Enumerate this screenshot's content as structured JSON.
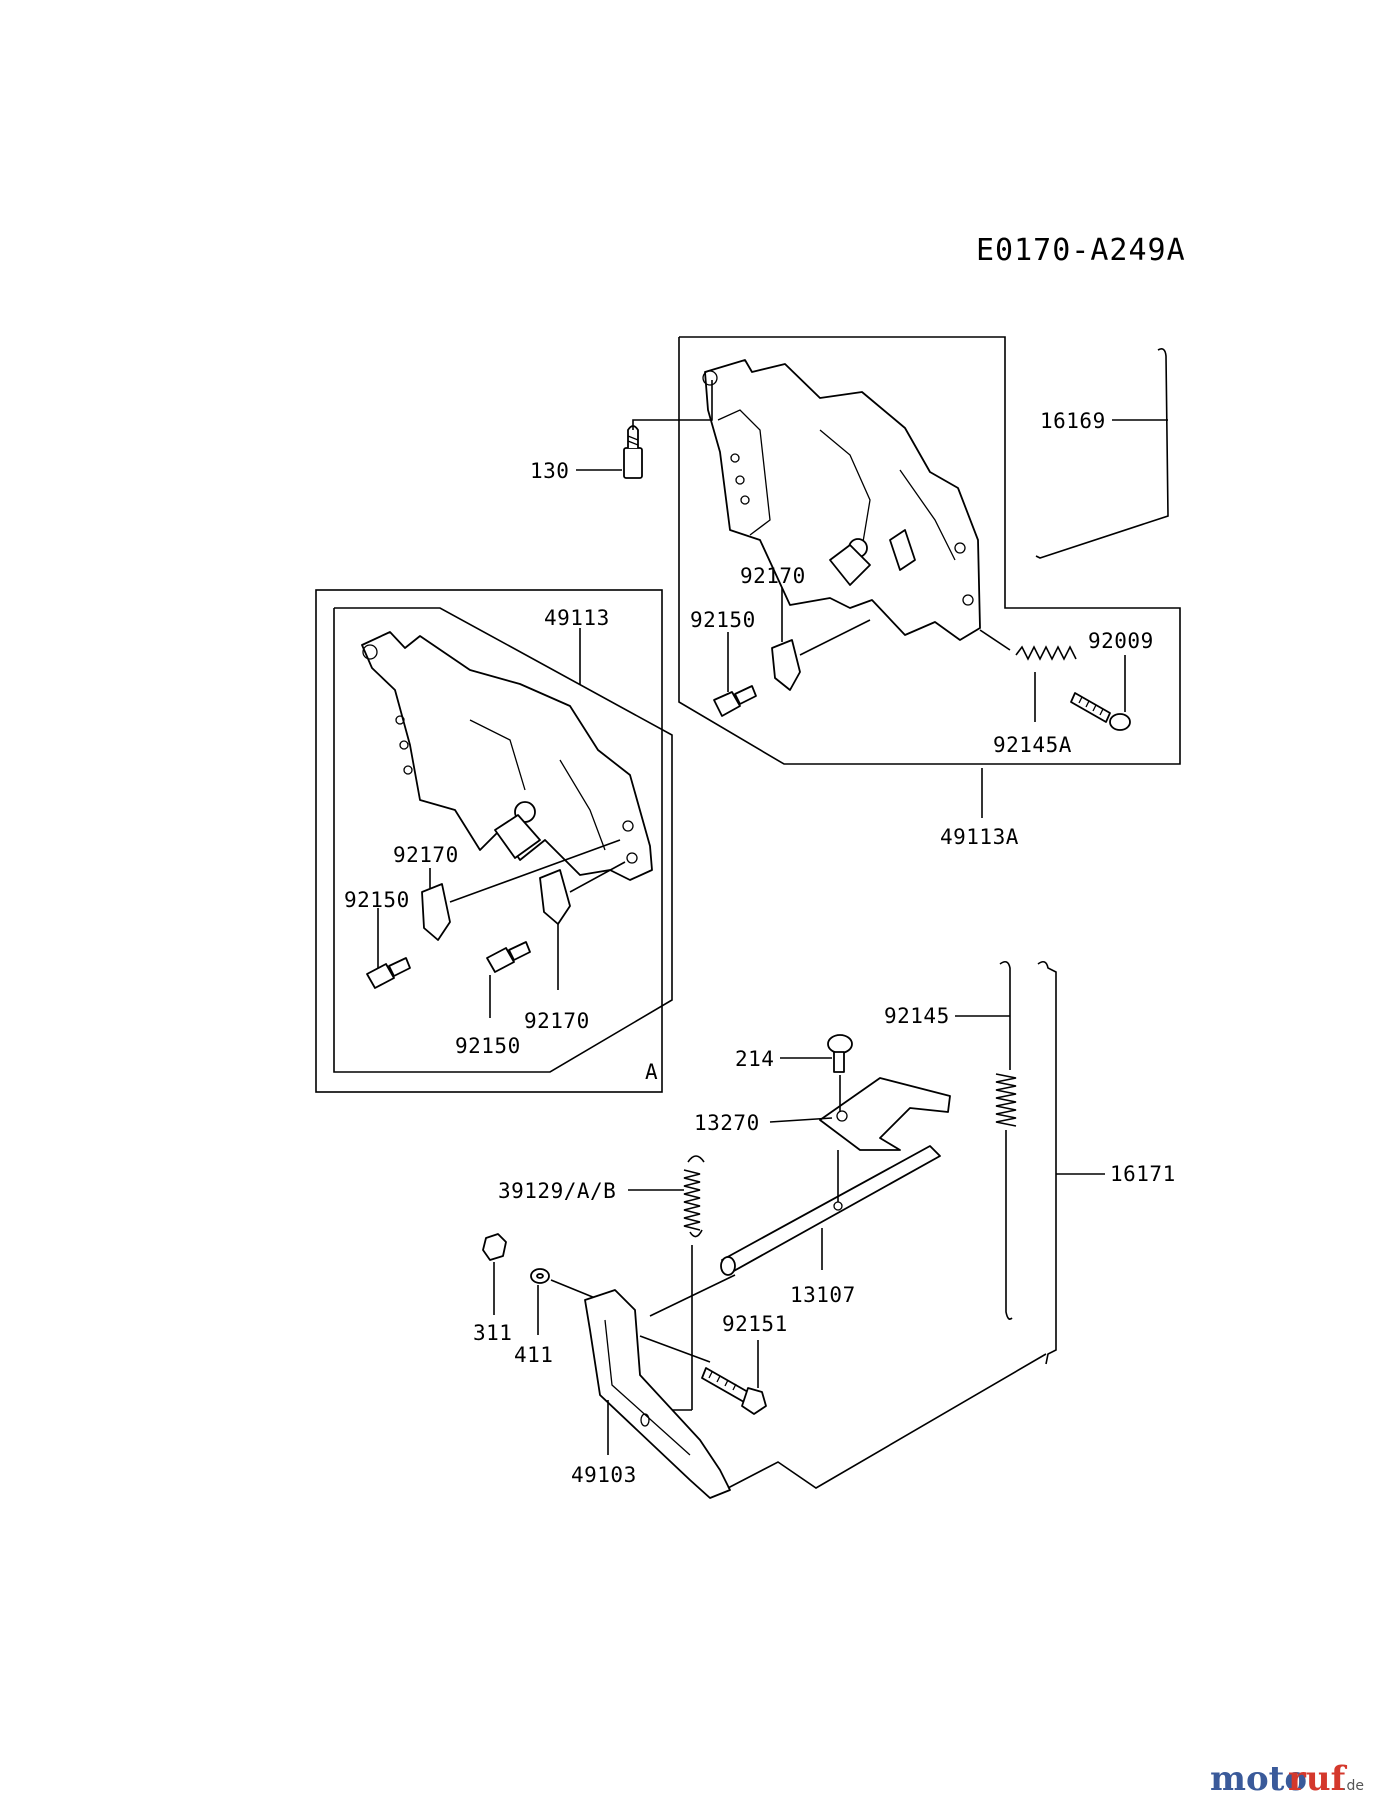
{
  "diagram_code": "E0170-A249A",
  "inset_label": "A",
  "watermark": {
    "brand_moto": "moto",
    "brand_ruf": "ruf",
    "tld": ".de",
    "colors": {
      "moto": "#3a5a9a",
      "ruf": "#d4382c",
      "tld": "#555555"
    }
  },
  "callouts": {
    "p16169": "16169",
    "p130": "130",
    "p92170_top": "92170",
    "p92150_top": "92150",
    "p92009": "92009",
    "p92145A": "92145A",
    "p49113A": "49113A",
    "p49113": "49113",
    "p92170_a1": "92170",
    "p92150_a1": "92150",
    "p92170_a2": "92170",
    "p92150_a2": "92150",
    "p92145": "92145",
    "p214": "214",
    "p13270": "13270",
    "p16171": "16171",
    "p39129": "39129/A/B",
    "p311": "311",
    "p411": "411",
    "p13107": "13107",
    "p92151": "92151",
    "p49103": "49103"
  }
}
